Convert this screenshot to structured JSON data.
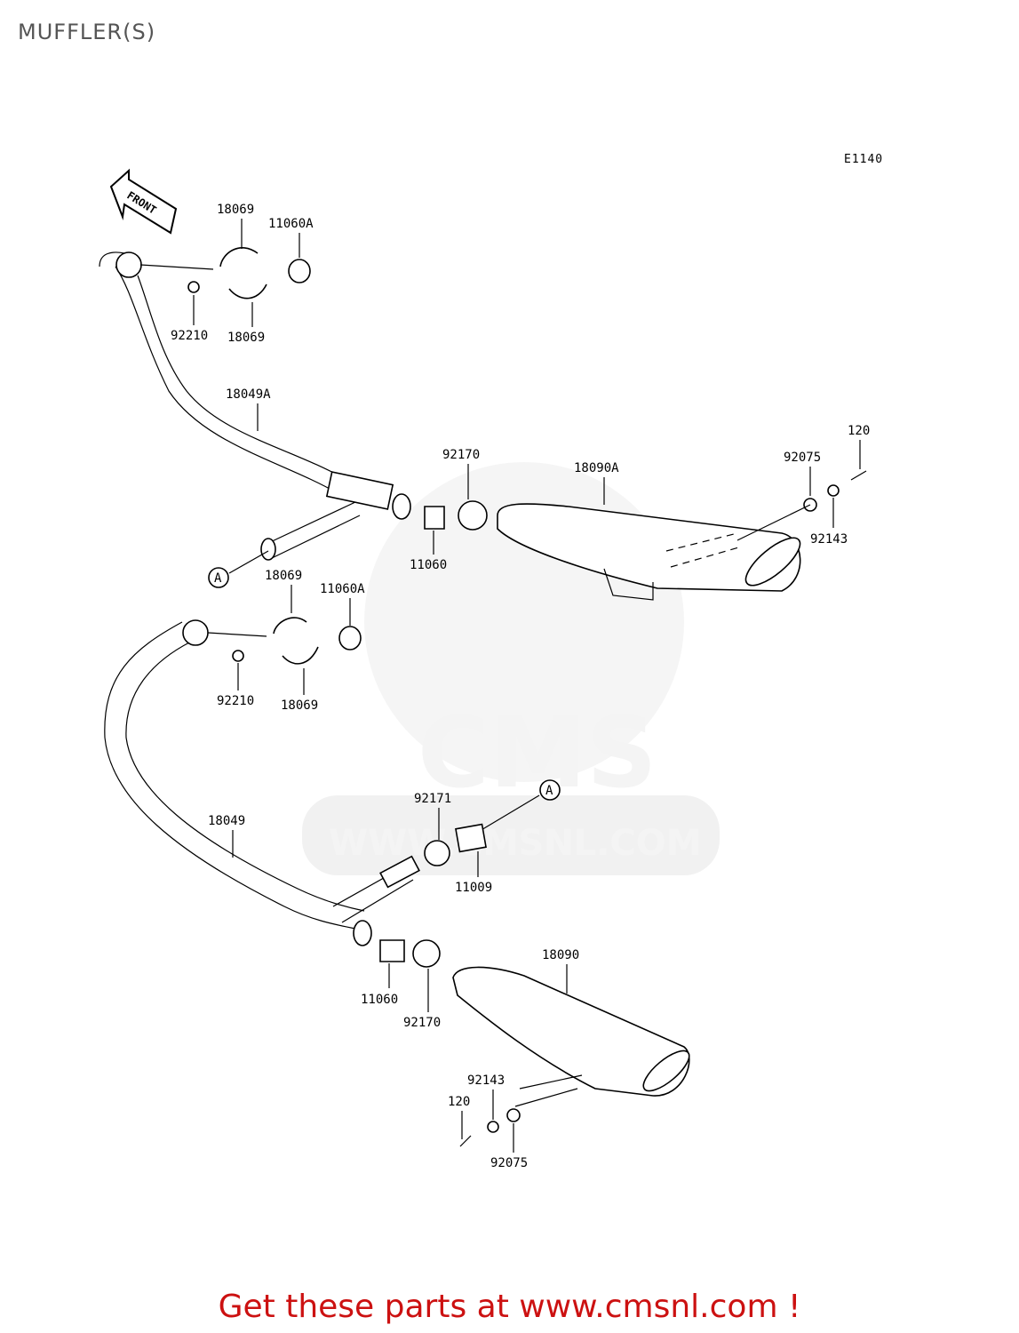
{
  "title": "MUFFLER(S)",
  "diagram_code": "E1140",
  "front_label": "FRONT",
  "ref_marker": "A",
  "watermark": {
    "brand": "CMS",
    "url": "WWW.CMSNL.COM"
  },
  "labels": {
    "p18069_a": "18069",
    "p11060A_a": "11060A",
    "p92210_a": "92210",
    "p18069_b": "18069",
    "p18049A": "18049A",
    "p92170_a": "92170",
    "p18090A": "18090A",
    "p92075_a": "92075",
    "p120_a": "120",
    "p92143_a": "92143",
    "p11060_a": "11060",
    "p18069_c": "18069",
    "p11060A_b": "11060A",
    "p92210_b": "92210",
    "p18069_d": "18069",
    "p18049": "18049",
    "p92171": "92171",
    "p11009": "11009",
    "p18090": "18090",
    "p11060_b": "11060",
    "p92170_b": "92170",
    "p92143_b": "92143",
    "p120_b": "120",
    "p92075_b": "92075"
  },
  "footer": "Get these parts at www.cmsnl.com !"
}
